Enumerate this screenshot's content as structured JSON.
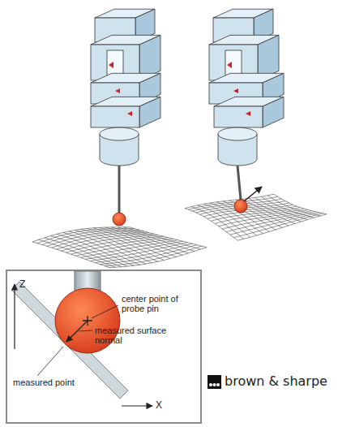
{
  "diagram": {
    "labels": [
      "Z",
      "X",
      "center point of probe pin",
      "measured surface normal",
      "measured point",
      "brown & sharpe"
    ]
  }
}
